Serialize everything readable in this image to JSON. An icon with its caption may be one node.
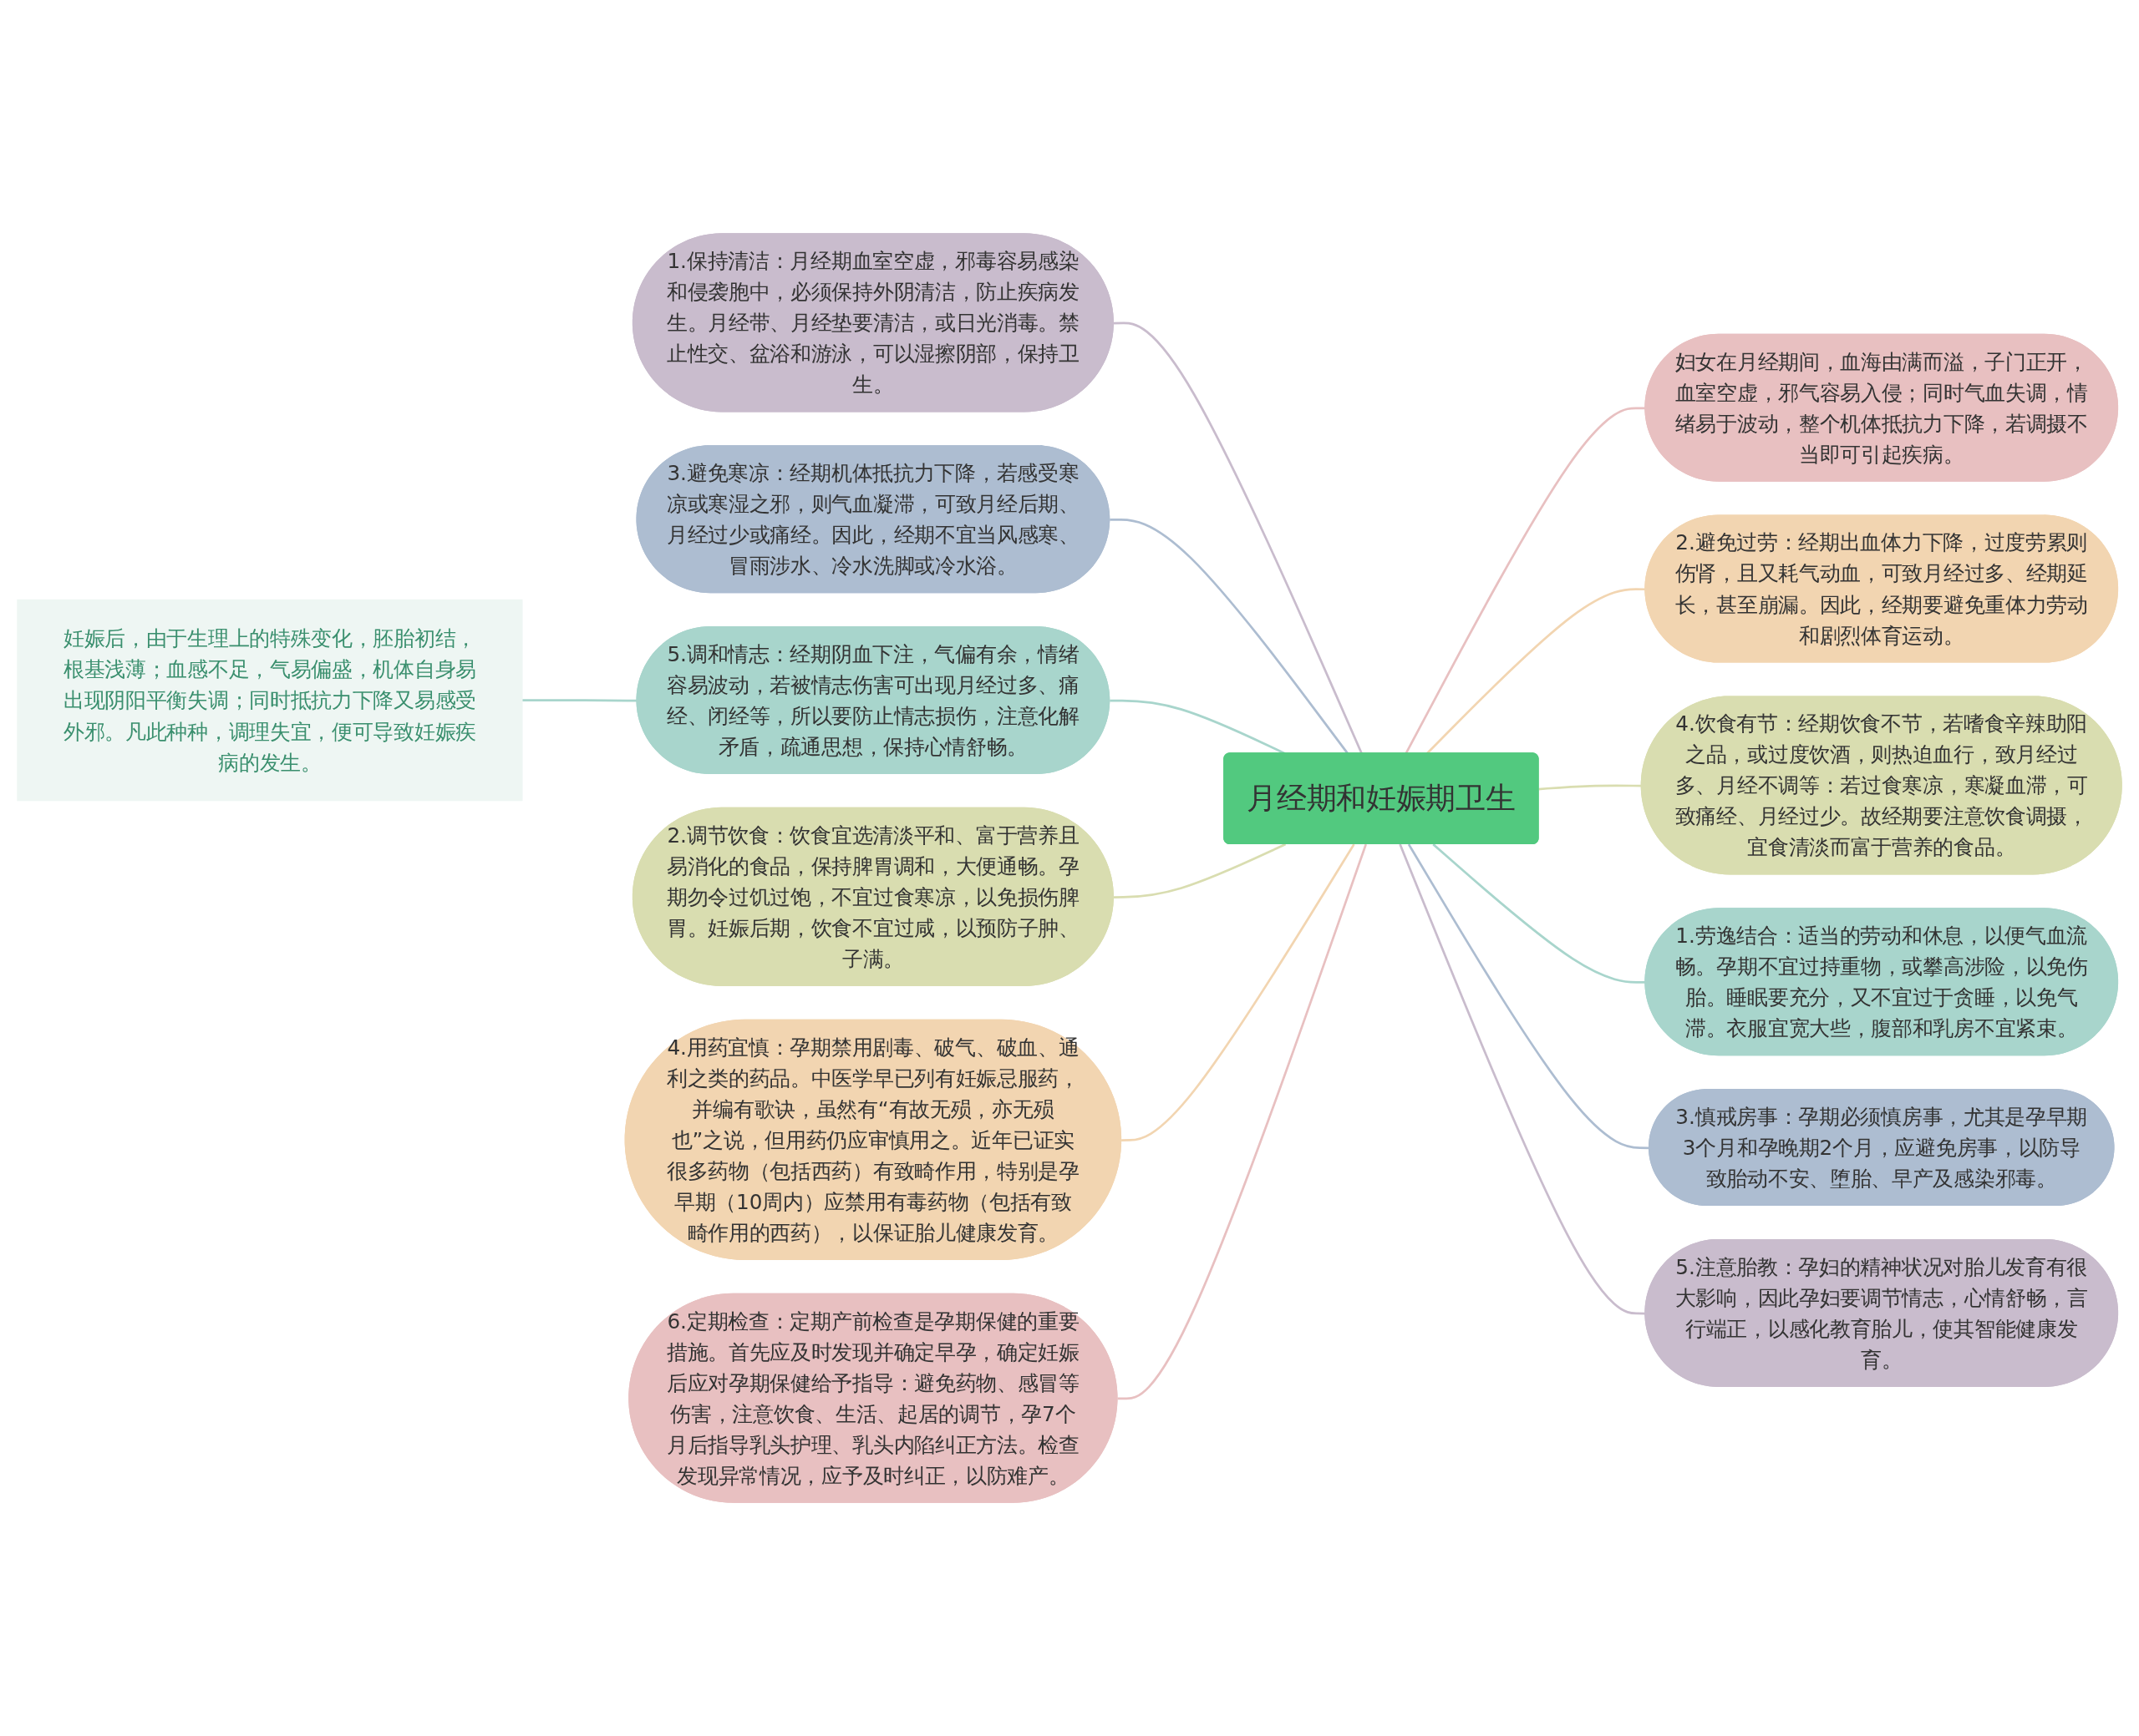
{
  "diagram": {
    "nodes": [
      {
        "text": [
          "月经期和妊娠期卫生"
        ]
      },
      {
        "text": [
          "1.保持清洁：月经期血室空虚，邪毒容易感染和侵袭胞中，必须保持外阴清洁，防止疾病发生。月经带、月经垫要清洁，或日光消毒。禁止性交、盆浴和游泳，可以湿擦阴部，保持卫生。"
        ]
      },
      {
        "text": [
          "3.避免寒凉：经期机体抵抗力下降，若感受寒凉或寒湿之邪，则气血凝滞，可致月经后期、月经过少或痛经。因此，经期不宜当风感寒、冒雨涉水、冷水洗脚或冷水浴。"
        ]
      },
      {
        "text": [
          "5.调和情志：经期阴血下注，气偏有余，情绪容易波动，若被情志伤害可出现月经过多、痛经、闭经等，所以要防止情志损伤，注意化解矛盾，疏通思想，保持心情舒畅。"
        ]
      },
      {
        "text": [
          "妊娠后，由于生理上的特殊变化，胚胎初结，根基浅薄；血感不足，气易偏盛，机体自身易出现阴阳平衡失调；同时抵抗力下降又易感受外邪。凡此种种，调理失宜，便可导致妊娠疾病的发生。"
        ]
      },
      {
        "text": [
          "2.调节饮食：饮食宜选清淡平和、富于营养且易消化的食品，保持脾胃调和，大便通畅。孕期勿令过饥过饱，不宜过食寒凉，以免损伤脾胃。妊娠后期，饮食不宜过咸，以预防子肿、子满。"
        ]
      },
      {
        "text": [
          "4.用药宜慎：孕期禁用剧毒、破气、破血、通利之类的药品。中医学早已列有妊娠忌服药，并编有歌诀，虽然有“有故无殒，亦无殒也”之说，但用药仍应审慎用之。近年已证实很多药物（包括西药）有致畸作用，特别是孕早期（10周内）应禁用有毒药物（包括有致畸作用的西药），以保证胎儿健康发育。"
        ]
      },
      {
        "text": [
          "6.定期检查：定期产前检查是孕期保健的重要措施。首先应及时发现并确定早孕，确定妊娠后应对孕期保健给予指导：避免药物、感冒等伤害，注意饮食、生活、起居的调节，孕7个月后指导乳头护理、乳头内陷纠正方法。检查发现异常情况，应予及时纠正，以防难产。"
        ]
      },
      {
        "text": [
          "妇女在月经期间，血海由满而溢，子门正开，血室空虚，邪气容易入侵；同时气血失调，情绪易于波动，整个机体抵抗力下降，若调摄不当即可引起疾病。"
        ]
      },
      {
        "text": [
          "2.避免过劳：经期出血体力下降，过度劳累则伤肾，且又耗气动血，可致月经过多、经期延长，甚至崩漏。因此，经期要避免重体力劳动和剧烈体育运动。"
        ]
      },
      {
        "text": [
          "4.饮食有节：经期饮食不节，若嗜食辛辣助阳之品，或过度饮酒，则热迫血行，致月经过多、月经不调等：若过食寒凉，寒凝血滞，可致痛经、月经过少。故经期要注意饮食调摄，宜食清淡而富于营养的食品。"
        ]
      },
      {
        "text": [
          "1.劳逸结合：适当的劳动和休息，以便气血流畅。孕期不宜过持重物，或攀高涉险，以免伤胎。睡眠要充分，又不宜过于贪睡，以免气滞。衣服宜宽大些，腹部和乳房不宜紧束。"
        ]
      },
      {
        "text": [
          "3.慎戒房事：孕期必须慎房事，尤其是孕早期3个月和孕晚期2个月，应避免房事，以防导致胎动不安、堕胎、早产及感染邪毒。"
        ]
      },
      {
        "text": [
          "5.注意胎教：孕妇的精神状况对胎儿发育有很大影响，因此孕妇要调节情志，心情舒畅，言行端正，以感化教育胎儿，使其智能健康发育。"
        ]
      }
    ],
    "edges": [
      {
        "from": 0,
        "to": 1,
        "arrow": "none",
        "color": "#c9bccd"
      },
      {
        "from": 0,
        "to": 2,
        "arrow": "none",
        "color": "#adbdd1"
      },
      {
        "from": 0,
        "to": 3,
        "arrow": "none",
        "color": "#a8d5cc"
      },
      {
        "from": 3,
        "to": 4,
        "arrow": "none",
        "color": "#a8d5cc"
      },
      {
        "from": 0,
        "to": 5,
        "arrow": "none",
        "color": "#d9ddb0"
      },
      {
        "from": 0,
        "to": 6,
        "arrow": "none",
        "color": "#f2d5b1"
      },
      {
        "from": 0,
        "to": 7,
        "arrow": "none",
        "color": "#e8c0c1"
      },
      {
        "from": 0,
        "to": 8,
        "arrow": "none",
        "color": "#e8c0c1"
      },
      {
        "from": 0,
        "to": 9,
        "arrow": "none",
        "color": "#f2d5b1"
      },
      {
        "from": 0,
        "to": 10,
        "arrow": "none",
        "color": "#d9ddb0"
      },
      {
        "from": 0,
        "to": 11,
        "arrow": "none",
        "color": "#a8d5cc"
      },
      {
        "from": 0,
        "to": 12,
        "arrow": "none",
        "color": "#adbdd1"
      },
      {
        "from": 0,
        "to": 13,
        "arrow": "none",
        "color": "#c9bccd"
      }
    ]
  }
}
